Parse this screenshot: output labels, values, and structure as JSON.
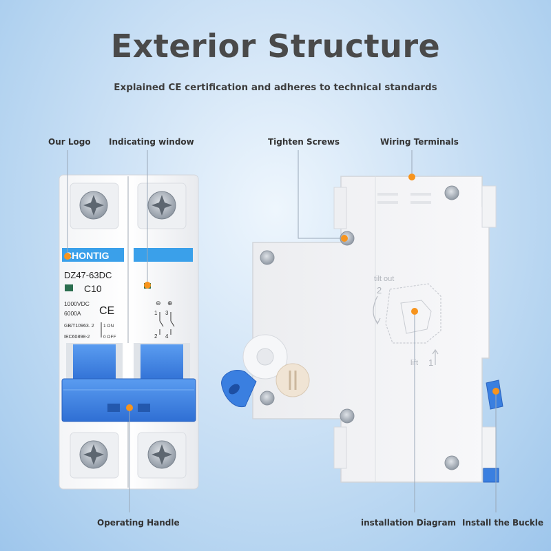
{
  "heading": {
    "title": "Exterior Structure",
    "subtitle": "Explained CE certification and adheres to technical standards"
  },
  "callouts": {
    "our_logo": "Our Logo",
    "indicating_window": "Indicating window",
    "tighten_screws": "Tighten Screws",
    "wiring_terminals": "Wiring Terminals",
    "operating_handle": "Operating Handle",
    "installation_diagram": "installation Diagram",
    "install_buckle": "Install the Buckle"
  },
  "breaker_front": {
    "brand": "CHONTIG",
    "model": "DZ47-63DC",
    "rating": "C10",
    "voltage": "1000VDC",
    "breaking_capacity": "6000A",
    "standard_1": "GB/T10963. 2",
    "standard_2": "IEC60898-2",
    "on_label": "1 ON",
    "off_label": "0 OFF",
    "ce_mark": "CE",
    "terminal_top_1": "1",
    "terminal_top_3": "3",
    "terminal_bottom_2": "2",
    "terminal_bottom_4": "4"
  },
  "breaker_side": {
    "tilt_out_label": "tilt out",
    "tilt_out_step": "2",
    "lift_label": "lift",
    "lift_step": "1"
  },
  "colors": {
    "accent_orange": "#f7941d",
    "handle_blue": "#3a7fe0",
    "label_blue": "#3aa0ea",
    "background": "#cfe3f6"
  }
}
